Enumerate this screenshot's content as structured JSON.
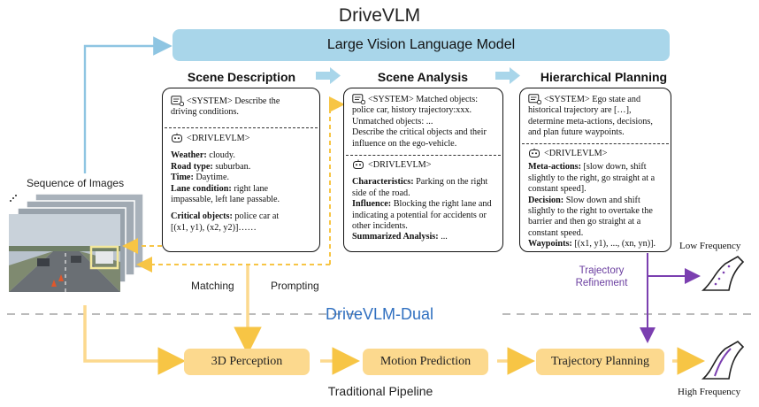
{
  "title": "DriveVLM",
  "llm_bar": "Large Vision Language Model",
  "stages": {
    "scene_description": "Scene Description",
    "scene_analysis": "Scene Analysis",
    "hierarchical_planning": "Hierarchical Planning"
  },
  "panel1": {
    "system_lines": [
      "<SYSTEM> Describe the",
      "driving conditions."
    ],
    "vlm_tag": "<DRIVLEVLM>",
    "weather_label": "Weather:",
    "weather_value": " cloudy.",
    "road_label": "Road type:",
    "road_value": " suburban.",
    "time_label": "Time:",
    "time_value": " Daytime.",
    "lane_label": "Lane condition:",
    "lane_value": " right lane",
    "lane_cont": "impassable, left lane passable.",
    "critical_label": "Critical objects:",
    "critical_value": " police car at",
    "critical_cont": "[(x1, y1), (x2, y2)]……"
  },
  "panel2": {
    "system_lines": [
      "<SYSTEM> Matched objects:",
      "police car, history trajectory:xxx.",
      "Unmatched objects: ...",
      "Describe the critical objects and their",
      "influence on the ego-vehicle."
    ],
    "vlm_tag": "<DRIVLEVLM>",
    "char_label": "Characteristics:",
    "char_value": " Parking on the right",
    "char_cont": "side of the road.",
    "infl_label": "Influence:",
    "infl_value": " Blocking the right lane and",
    "infl_cont1": "indicating a potential for accidents or",
    "infl_cont2": "other incidents.",
    "sum_label": "Summarized Analysis:",
    "sum_value": " ..."
  },
  "panel3": {
    "system_lines": [
      "<SYSTEM> Ego state and",
      "historical trajectory are […],",
      "determine meta-actions, decisions,",
      "and plan future waypoints."
    ],
    "vlm_tag": "<DRIVLEVLM>",
    "meta_label": "Meta-actions:",
    "meta_value": " [slow down, shift",
    "meta_cont1": "slightly to the right, go straight at a",
    "meta_cont2": "constant speed].",
    "dec_label": "Decision:",
    "dec_value": " Slow down and shift",
    "dec_cont1": "slightly to the right to overtake the",
    "dec_cont2": "barrier and then go straight at a",
    "dec_cont3": "constant speed.",
    "way_label": "Waypoints:",
    "way_value": " [(x1, y1), ..., (xn, yn)]."
  },
  "left": {
    "sequence_label": "Sequence of Images",
    "matching": "Matching",
    "prompting": "Prompting"
  },
  "dual_label": "DriveVLM-Dual",
  "pipeline": {
    "perception": "3D Perception",
    "motion": "Motion Prediction",
    "planning": "Trajectory Planning",
    "caption": "Traditional Pipeline"
  },
  "right": {
    "refinement_lines": [
      "Trajectory",
      "Refinement"
    ],
    "low_freq": "Low Frequency",
    "high_freq": "High Frequency"
  },
  "colors": {
    "llm_blue": "#a9d6ea",
    "arrow_blue": "#8ec5e2",
    "pipeline_yellow": "#fcd98e",
    "dashed_yellow": "#f7c545",
    "refine_purple": "#7b3fb0",
    "dual_blue": "#2f6fc0"
  }
}
